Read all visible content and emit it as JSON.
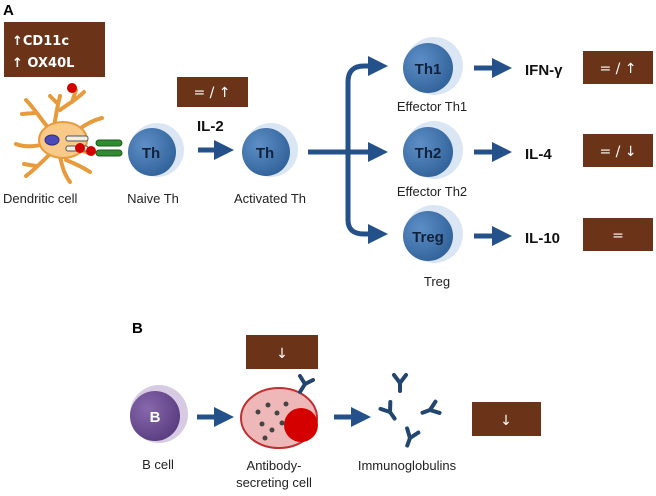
{
  "panels": {
    "a": "A",
    "b": "B"
  },
  "dc_markers": {
    "line1": "↑CD11c",
    "line2": "↑ OX40L"
  },
  "cells": {
    "dendritic": "Dendritic cell",
    "naive_th_text": "Th",
    "naive_th_label": "Naive Th",
    "activated_th_text": "Th",
    "activated_th_label": "Activated Th",
    "th1_text": "Th1",
    "th1_label": "Effector Th1",
    "th2_text": "Th2",
    "th2_label": "Effector Th2",
    "treg_text": "Treg",
    "treg_label": "Treg",
    "b_text": "B",
    "b_label": "B cell",
    "asc_label_1": "Antibody-",
    "asc_label_2": "secreting cell",
    "ig_label": "Immunoglobulins"
  },
  "cytokines": {
    "il2": "IL-2",
    "ifng": "IFN-γ",
    "il4": "IL-4",
    "il10": "IL-10"
  },
  "changes": {
    "il2": "= / ↑",
    "ifng": "= / ↑",
    "il4": "= / ↓",
    "il10": "=",
    "asc": "↓",
    "ig": "↓"
  },
  "colors": {
    "box": "#6b3418",
    "arrow": "#24518a",
    "th_cell": "#3f72a8",
    "th_halo": "#dbe6f4",
    "b_cell": "#6a4a92",
    "b_halo": "#d6cbe3",
    "asc_body": "#efb8b8",
    "asc_nucleus": "#d40000"
  }
}
